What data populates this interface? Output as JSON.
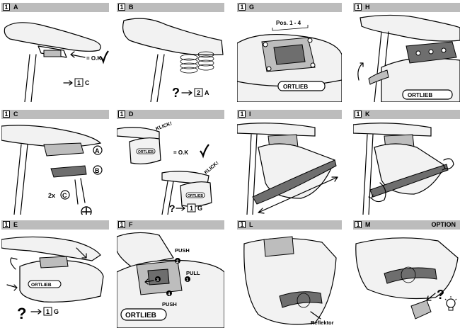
{
  "panels": [
    {
      "id": "A",
      "num": "1",
      "letter": "A",
      "labels": {
        "ok": "= O.K",
        "ref_num": "1",
        "ref_letter": "C"
      }
    },
    {
      "id": "B",
      "num": "1",
      "letter": "B",
      "labels": {
        "question": "?",
        "ref_num": "2",
        "ref_letter": "A"
      }
    },
    {
      "id": "G",
      "num": "1",
      "letter": "G",
      "labels": {
        "pos": "Pos. 1 - 4",
        "brand": "ORTLIEB"
      }
    },
    {
      "id": "H",
      "num": "1",
      "letter": "H",
      "labels": {
        "brand": "ORTLIEB"
      }
    },
    {
      "id": "C",
      "num": "1",
      "letter": "C",
      "labels": {
        "a": "A",
        "b": "B",
        "c": "C",
        "count": "2x"
      }
    },
    {
      "id": "D",
      "num": "1",
      "letter": "D",
      "labels": {
        "click1": "KLICK!",
        "click2": "KLICK!",
        "ok": "= O.K",
        "question": "?",
        "ref_num": "1",
        "ref_letter": "G",
        "brand": "ORTLIEB"
      }
    },
    {
      "id": "I",
      "num": "1",
      "letter": "I",
      "labels": {}
    },
    {
      "id": "K",
      "num": "1",
      "letter": "K",
      "labels": {}
    },
    {
      "id": "E",
      "num": "1",
      "letter": "E",
      "labels": {
        "question": "?",
        "ref_num": "1",
        "ref_letter": "G",
        "brand": "ORTLIEB"
      }
    },
    {
      "id": "F",
      "num": "1",
      "letter": "F",
      "labels": {
        "push_top": "PUSH",
        "push_bottom": "PUSH",
        "pull": "PULL",
        "brand": "ORTLIEB",
        "s1": "1",
        "s2": "2",
        "s3": "3",
        "s4": "4"
      }
    },
    {
      "id": "L",
      "num": "1",
      "letter": "L",
      "labels": {
        "reflector": "Reflektor"
      }
    },
    {
      "id": "M",
      "num": "1",
      "letter": "M",
      "labels": {
        "option": "OPTION",
        "question": "?"
      }
    }
  ],
  "icons": [
    "checkmark-icon",
    "arrow-icon",
    "screwdriver-icon",
    "lightbulb-icon",
    "rotate-arrow-icon"
  ]
}
